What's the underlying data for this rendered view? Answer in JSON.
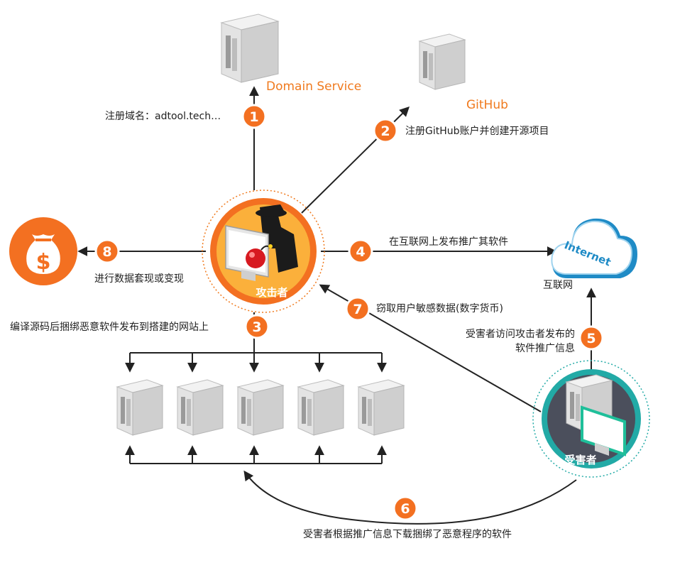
{
  "services": {
    "domain": "Domain Service",
    "github": "GitHub"
  },
  "nodes": {
    "attacker": "攻击者",
    "victim": "受害者",
    "internet_cloud": "Internet",
    "internet_caption": "互联网"
  },
  "steps": [
    {
      "num": "1",
      "text": "注册域名：adtool.tech…"
    },
    {
      "num": "2",
      "text": "注册GitHub账户并创建开源项目"
    },
    {
      "num": "3",
      "text": "编译源码后捆绑恶意软件发布到搭建的网站上"
    },
    {
      "num": "4",
      "text": "在互联网上发布推广其软件"
    },
    {
      "num": "5",
      "text_line1": "受害者访问攻击者发布的",
      "text_line2": "软件推广信息"
    },
    {
      "num": "6",
      "text": "受害者根据推广信息下载捆绑了恶意程序的软件"
    },
    {
      "num": "7",
      "text": "窃取用户敏感数据(数字货币)"
    },
    {
      "num": "8",
      "text": "进行数据套现或变现"
    }
  ],
  "colors": {
    "accent_orange": "#f07a1e",
    "badge_orange": "#f37021",
    "victim_teal": "#22aaa6",
    "cloud_blue": "#1f8bc6",
    "server_gray": "#d9d9d9"
  }
}
